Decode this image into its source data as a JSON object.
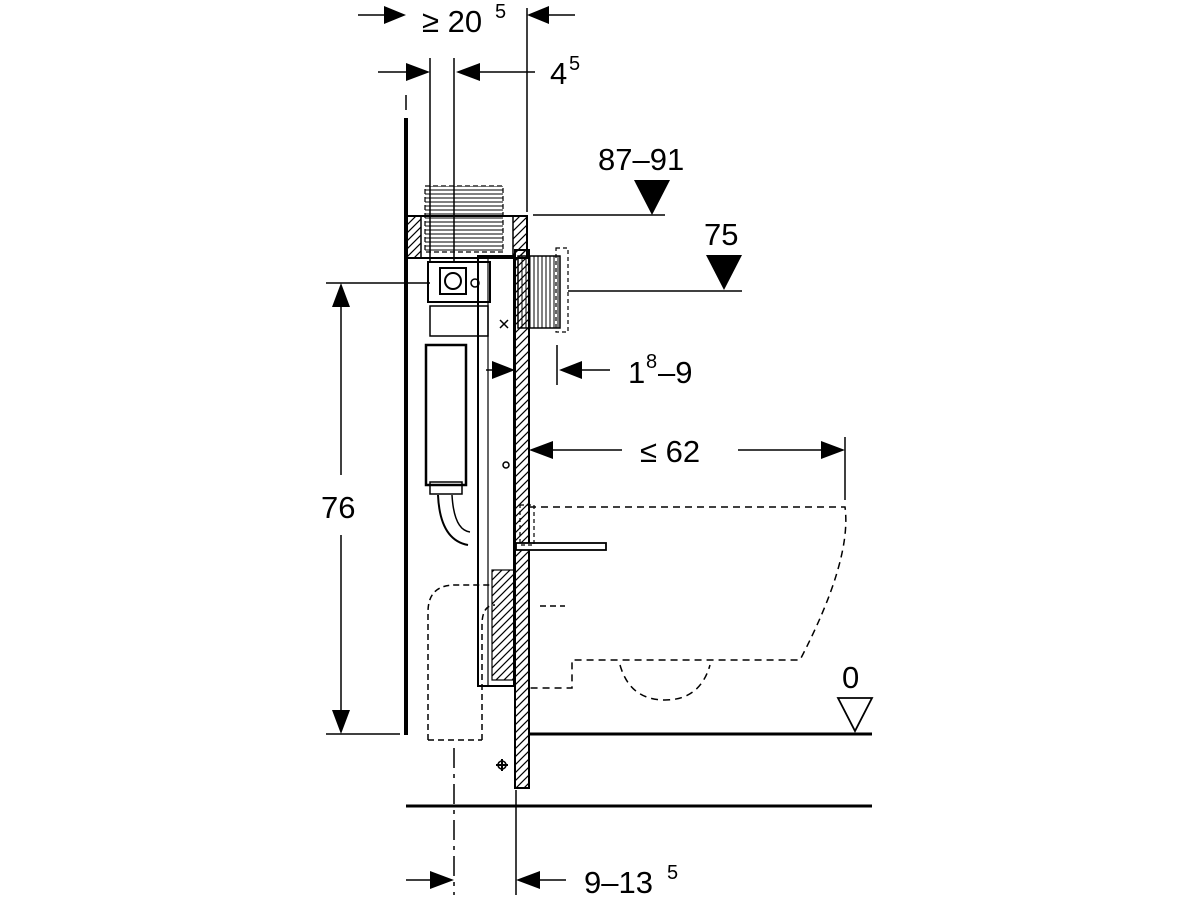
{
  "dimensions": {
    "top_gap": {
      "prefix": "≥ 20",
      "sup": "5"
    },
    "top_offset": {
      "main": "4",
      "sup": "5"
    },
    "level_high": "87–91",
    "level_mid": "75",
    "wall_gap": {
      "main": "1",
      "sup": "8",
      "suffix": "–9"
    },
    "projection": "≤ 62",
    "height": "76",
    "floor_level": "0",
    "bottom_gap": {
      "main": "9–13",
      "sup": "5"
    }
  },
  "colors": {
    "line": "#000000",
    "hatch": "#000000",
    "background": "#ffffff"
  }
}
